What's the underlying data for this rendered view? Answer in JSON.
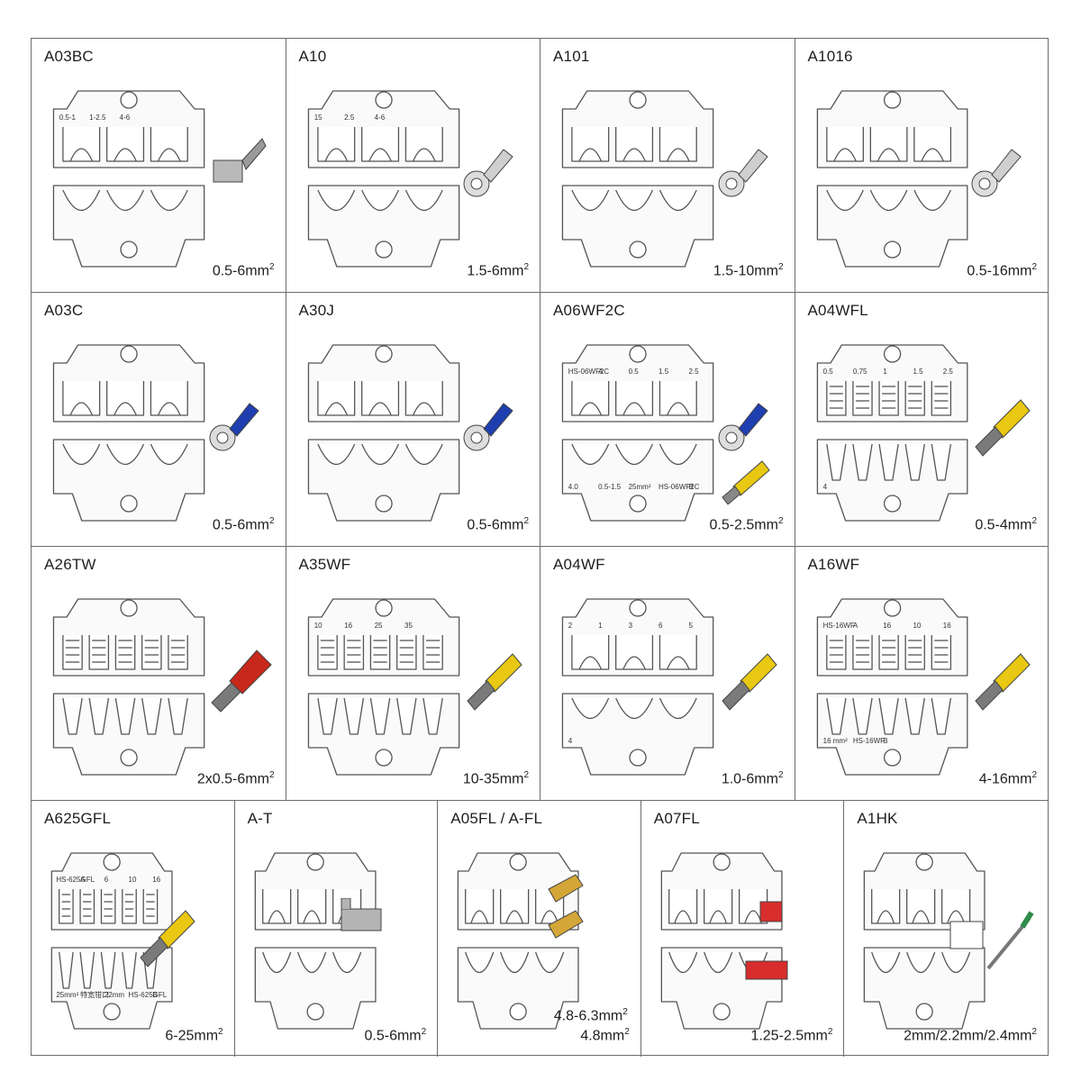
{
  "unit_sup": "2",
  "rows": [
    [
      {
        "code": "A03BC",
        "range": "0.5-6mm",
        "term": "flag-terminal",
        "labels": [
          "0.5-1",
          "1-2.5",
          "4-6"
        ],
        "shape": "A",
        "accent": "#b0b0b0"
      },
      {
        "code": "A10",
        "range": "1.5-6mm",
        "term": "ring-terminal-bare",
        "labels": [
          "15",
          "2.5",
          "4-6"
        ],
        "shape": "B",
        "accent": "#c8c8c8"
      },
      {
        "code": "A101",
        "range": "1.5-10mm",
        "term": "ring-terminal-bare",
        "labels": [],
        "shape": "C",
        "accent": "#c8c8c8"
      },
      {
        "code": "A1016",
        "range": "0.5-16mm",
        "term": "ring-terminal-bare",
        "labels": [],
        "shape": "D",
        "accent": "#c8c8c8"
      }
    ],
    [
      {
        "code": "A03C",
        "range": "0.5-6mm",
        "term": "ring-terminal-blue",
        "labels": [],
        "shape": "E",
        "accent": "#1f3fb0"
      },
      {
        "code": "A30J",
        "range": "0.5-6mm",
        "term": "ring-terminal-blue",
        "labels": [],
        "shape": "F",
        "accent": "#1f3fb0"
      },
      {
        "code": "A06WF2C",
        "range": "0.5-2.5mm",
        "term": "ring-and-ferrule",
        "labels": [
          "HS-06WF2C",
          "A",
          "0.5",
          "1.5",
          "2.5",
          "4.0",
          "0.5-1.5",
          "25mm²",
          "HS-06WF2C",
          "B"
        ],
        "shape": "G",
        "accent": "#1f3fb0"
      },
      {
        "code": "A04WFL",
        "range": "0.5-4mm",
        "term": "ferrule-yellow",
        "labels": [
          "0.5",
          "0.75",
          "1",
          "1.5",
          "2.5",
          "4"
        ],
        "shape": "H",
        "accent": "#e8c812"
      }
    ],
    [
      {
        "code": "A26TW",
        "range": "2x0.5-6mm",
        "term": "twin-ferrule-red",
        "labels": [],
        "shape": "I",
        "accent": "#c8281c"
      },
      {
        "code": "A35WF",
        "range": "10-35mm",
        "term": "ferrule-yellow",
        "labels": [
          "10",
          "16",
          "25",
          "35"
        ],
        "shape": "J",
        "accent": "#e8c812"
      },
      {
        "code": "A04WF",
        "range": "1.0-6mm",
        "term": "ferrule-yellow",
        "labels": [
          "2",
          "1",
          "3",
          "6",
          "5",
          "4"
        ],
        "shape": "K",
        "accent": "#e8c812"
      },
      {
        "code": "A16WF",
        "range": "4-16mm",
        "term": "ferrule-yellow",
        "labels": [
          "HS-16WF",
          "A",
          "16",
          "10",
          "16",
          "16 mm²",
          "HS-16WF",
          "B"
        ],
        "shape": "L",
        "accent": "#e8c812"
      }
    ],
    [
      {
        "code": "A625GFL",
        "range": "6-25mm",
        "term": "ferrule-yellow",
        "labels": [
          "HS-625GFL",
          "A",
          "6",
          "10",
          "16",
          "25mm²",
          "特宽钳口",
          "22mm",
          "HS-625GFL",
          "B"
        ],
        "shape": "M",
        "accent": "#e8c812"
      },
      {
        "code": "A-T",
        "range": "0.5-6mm",
        "term": "butt-splice",
        "labels": [],
        "shape": "N",
        "accent": "#a8a8a8"
      },
      {
        "code": "A05FL / A-FL",
        "range": "4.8-6.3mm",
        "range2": "4.8mm",
        "term": "brass-flags",
        "labels": [],
        "shape": "O",
        "accent": "#d4a637"
      },
      {
        "code": "A07FL",
        "range": "1.25-2.5mm",
        "term": "red-flags",
        "labels": [],
        "shape": "P",
        "accent": "#d82d2d"
      },
      {
        "code": "A1HK",
        "range": "2mm/2.2mm/2.4mm",
        "term": "pin-terminal",
        "labels": [],
        "shape": "Q",
        "accent": "#2f8b4a"
      }
    ]
  ]
}
